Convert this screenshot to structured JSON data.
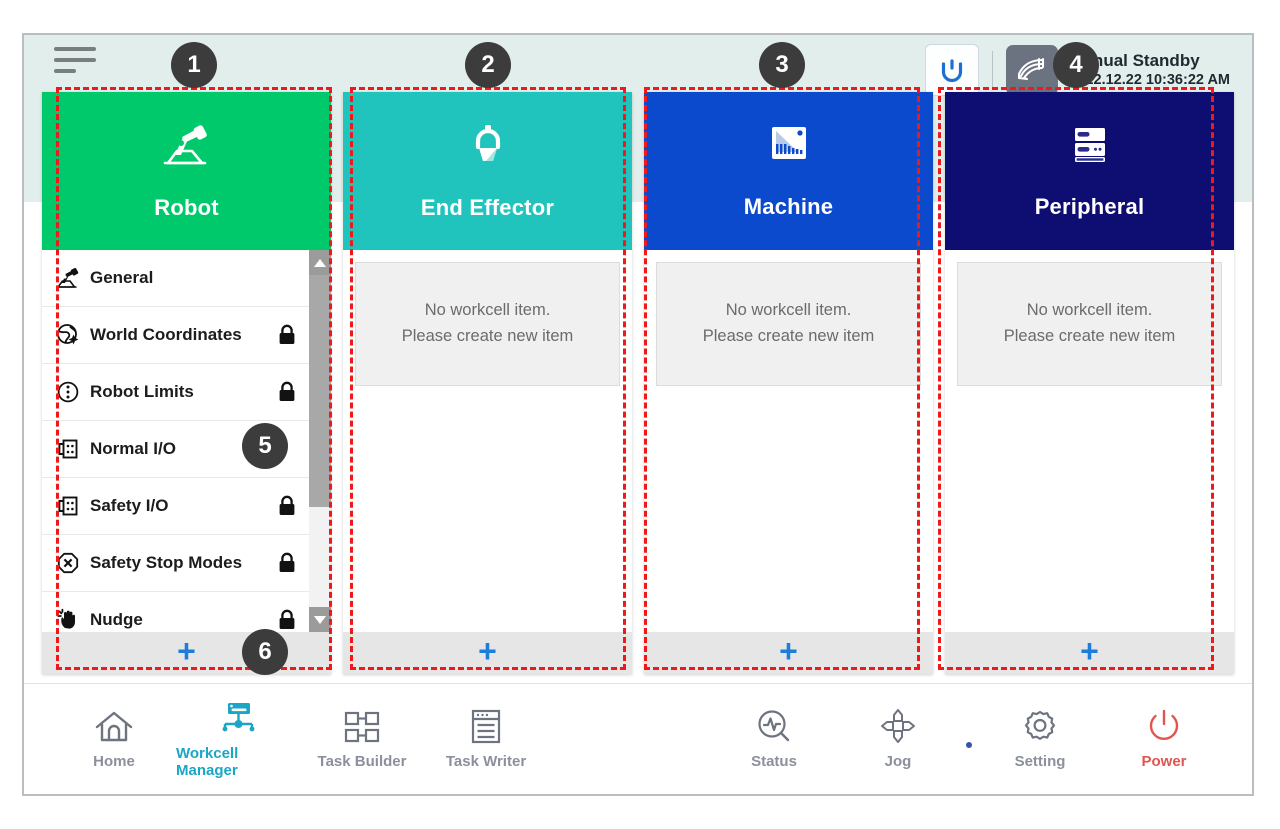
{
  "header": {
    "menu_icon": "hamburger-icon",
    "reset_icon": "robot-home-reset-icon",
    "mode_icon": "manual-hand-icon",
    "status_title": "Manual Standby",
    "status_time": "2022.12.22 10:36:22 AM"
  },
  "columns": [
    {
      "id": "robot",
      "title": "Robot",
      "icon": "robot-arm-icon",
      "color": "#00c96b",
      "add_label": "+",
      "items": [
        {
          "label": "General",
          "icon": "robot-arm-small-icon",
          "locked": false
        },
        {
          "label": "World Coordinates",
          "icon": "world-coordinates-icon",
          "locked": true
        },
        {
          "label": "Robot Limits",
          "icon": "robot-limits-icon",
          "locked": true
        },
        {
          "label": "Normal I/O",
          "icon": "io-port-icon",
          "locked": false
        },
        {
          "label": "Safety I/O",
          "icon": "io-port-icon",
          "locked": true
        },
        {
          "label": "Safety Stop Modes",
          "icon": "safety-stop-icon",
          "locked": true
        },
        {
          "label": "Nudge",
          "icon": "nudge-hand-icon",
          "locked": true
        }
      ]
    },
    {
      "id": "end-effector",
      "title": "End Effector",
      "icon": "gripper-icon",
      "color": "#20c4bd",
      "add_label": "+",
      "empty_line1": "No workcell item.",
      "empty_line2": "Please create new item"
    },
    {
      "id": "machine",
      "title": "Machine",
      "icon": "machine-icon",
      "color": "#0b49cd",
      "add_label": "+",
      "empty_line1": "No workcell item.",
      "empty_line2": "Please create new item"
    },
    {
      "id": "peripheral",
      "title": "Peripheral",
      "icon": "peripheral-rack-icon",
      "color": "#0d0d72",
      "add_label": "+",
      "empty_line1": "No workcell item.",
      "empty_line2": "Please create new item"
    }
  ],
  "navbar": {
    "left": [
      {
        "label": "Home",
        "icon": "home-icon",
        "active": false
      },
      {
        "label": "Workcell Manager",
        "icon": "workcell-manager-icon",
        "active": true
      },
      {
        "label": "Task Builder",
        "icon": "task-builder-icon",
        "active": false
      },
      {
        "label": "Task Writer",
        "icon": "task-writer-icon",
        "active": false
      }
    ],
    "right": [
      {
        "label": "Status",
        "icon": "status-scope-icon",
        "active": false
      },
      {
        "label": "Jog",
        "icon": "jog-dpad-icon",
        "active": false
      },
      {
        "label": "Setting",
        "icon": "gear-icon",
        "active": false
      },
      {
        "label": "Power",
        "icon": "power-icon",
        "active": false,
        "power": true
      }
    ]
  },
  "annotations": [
    {
      "n": "1"
    },
    {
      "n": "2"
    },
    {
      "n": "3"
    },
    {
      "n": "4"
    },
    {
      "n": "5"
    },
    {
      "n": "6"
    }
  ],
  "colors": {
    "accent_blue": "#1e7ddb",
    "active_teal": "#1aa6c4",
    "power_red": "#e0564f",
    "annotation_red": "#f01818",
    "header_band": "#e2eeeb"
  }
}
